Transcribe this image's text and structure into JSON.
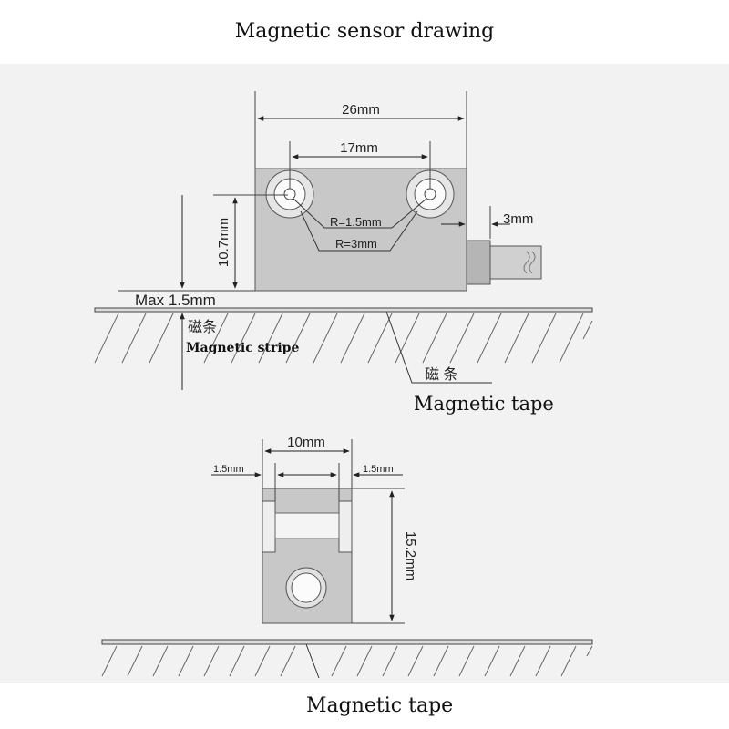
{
  "title": "Magnetic sensor drawing",
  "side_view": {
    "width_label": "26mm",
    "hole_spacing_label": "17mm",
    "inner_radius_label": "R=1.5mm",
    "outer_radius_label": "R=3mm",
    "cable_label": "3mm",
    "height_label": "10.7mm",
    "gap_label": "Max 1.5mm",
    "stripe_cn": "磁条",
    "stripe_en": "Magnetic stripe",
    "tape_cn": "磁 条",
    "tape_en": "Magnetic tape"
  },
  "front_view": {
    "width_label": "10mm",
    "left_margin_label": "1.5mm",
    "right_margin_label": "1.5mm",
    "height_label": "15.2mm",
    "tape_en": "Magnetic tape"
  },
  "colors": {
    "sensor_body": "#c8c8c8",
    "line": "#333333",
    "background": "#f2f2f2"
  }
}
